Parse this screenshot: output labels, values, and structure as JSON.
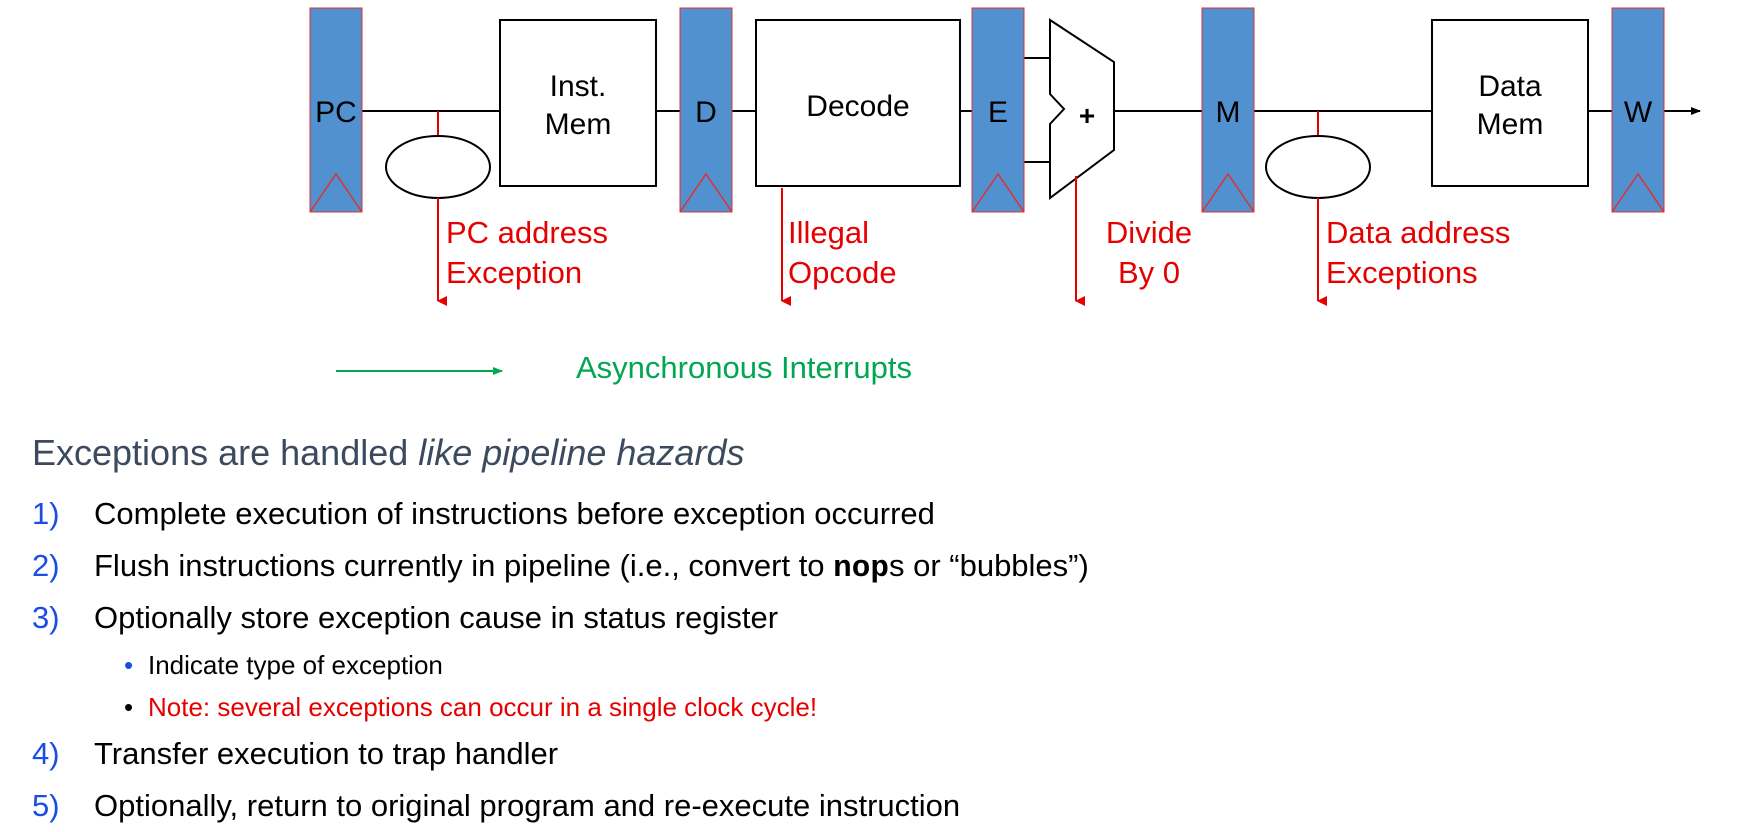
{
  "diagram": {
    "registers": {
      "pc": "PC",
      "d": "D",
      "e": "E",
      "m": "M",
      "w": "W"
    },
    "blocks": {
      "inst_mem": [
        "Inst.",
        "Mem"
      ],
      "decode": "Decode",
      "data_mem": [
        "Data",
        "Mem"
      ],
      "alu": "+"
    },
    "exceptions": {
      "pc_address": [
        "PC address",
        "Exception"
      ],
      "illegal_opcode": [
        "Illegal",
        "Opcode"
      ],
      "divide_by_zero": [
        "Divide",
        "By 0"
      ],
      "data_address": [
        "Data address",
        "Exceptions"
      ]
    },
    "async_label": "Asynchronous Interrupts",
    "colors": {
      "register_fill": "#5191d0",
      "register_edge": "#e03030",
      "exception": "#e60000",
      "async": "#00a651",
      "line": "#000000"
    }
  },
  "text": {
    "heading_plain": "Exceptions are handled ",
    "heading_italic": "like pipeline hazards",
    "steps": [
      {
        "num": "1)",
        "text": "Complete execution of instructions before exception occurred"
      },
      {
        "num": "2)",
        "text_before": "Flush instructions currently in pipeline (i.e., convert to ",
        "code": "nop",
        "text_after": "s or “bubbles”)"
      },
      {
        "num": "3)",
        "text": "Optionally store exception cause in status register"
      },
      {
        "num": "4)",
        "text": "Transfer execution to trap handler"
      },
      {
        "num": "5)",
        "text": "Optionally, return to original program and re-execute instruction"
      }
    ],
    "sub_bullets": [
      {
        "text": "Indicate type of exception",
        "bullet_color": "#1a4de6"
      },
      {
        "text": "Note: several exceptions can occur in a single clock cycle!",
        "bullet_color": "#000000",
        "text_color": "#e60000"
      }
    ]
  }
}
